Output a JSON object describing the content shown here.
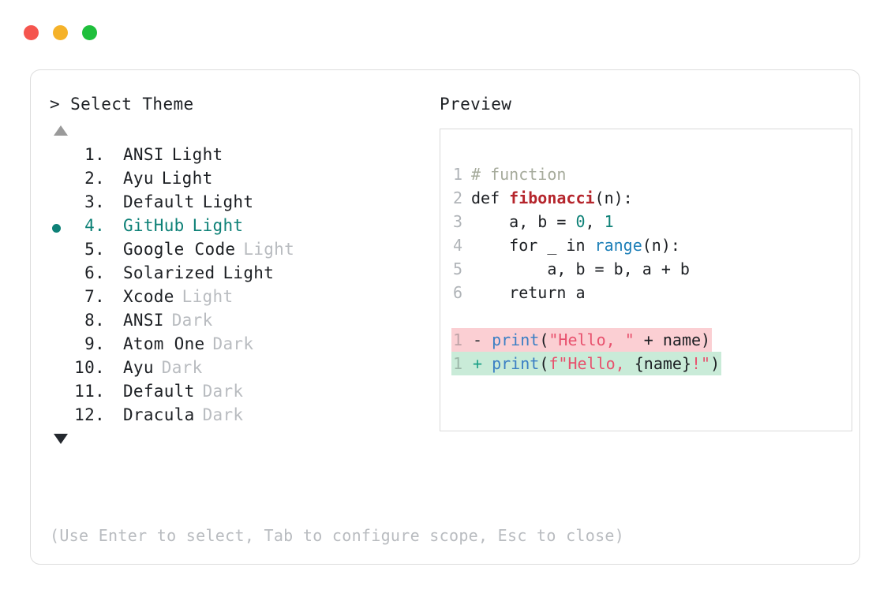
{
  "window": {
    "traffic_lights": [
      {
        "name": "close",
        "color": "#F5554E"
      },
      {
        "name": "minimize",
        "color": "#F5B229"
      },
      {
        "name": "maximize",
        "color": "#1FBF3C"
      }
    ]
  },
  "left_panel": {
    "heading": "> Select Theme",
    "scroll_up_icon": "triangle-up-icon",
    "scroll_down_icon": "triangle-down-icon",
    "selected_index": 4,
    "themes": [
      {
        "index": "1.",
        "name": "ANSI",
        "suffix": "Light",
        "suffix_muted": false,
        "selected": false
      },
      {
        "index": "2.",
        "name": "Ayu",
        "suffix": "Light",
        "suffix_muted": false,
        "selected": false
      },
      {
        "index": "3.",
        "name": "Default",
        "suffix": "Light",
        "suffix_muted": false,
        "selected": false
      },
      {
        "index": "4.",
        "name": "GitHub",
        "suffix": "Light",
        "suffix_muted": false,
        "selected": true
      },
      {
        "index": "5.",
        "name": "Google Code",
        "suffix": "Light",
        "suffix_muted": true,
        "selected": false
      },
      {
        "index": "6.",
        "name": "Solarized",
        "suffix": "Light",
        "suffix_muted": false,
        "selected": false
      },
      {
        "index": "7.",
        "name": "Xcode",
        "suffix": "Light",
        "suffix_muted": true,
        "selected": false
      },
      {
        "index": "8.",
        "name": "ANSI",
        "suffix": "Dark",
        "suffix_muted": true,
        "selected": false
      },
      {
        "index": "9.",
        "name": "Atom One",
        "suffix": "Dark",
        "suffix_muted": true,
        "selected": false
      },
      {
        "index": "10.",
        "name": "Ayu",
        "suffix": "Dark",
        "suffix_muted": true,
        "selected": false
      },
      {
        "index": "11.",
        "name": "Default",
        "suffix": "Dark",
        "suffix_muted": true,
        "selected": false
      },
      {
        "index": "12.",
        "name": "Dracula",
        "suffix": "Dark",
        "suffix_muted": true,
        "selected": false
      }
    ]
  },
  "right_panel": {
    "heading": "Preview",
    "code_lines": [
      {
        "num": "1",
        "tokens": [
          {
            "text": "# function",
            "type": "comment"
          }
        ]
      },
      {
        "num": "2",
        "tokens": [
          {
            "text": "def ",
            "type": "plain"
          },
          {
            "text": "fibonacci",
            "type": "func"
          },
          {
            "text": "(n):",
            "type": "plain"
          }
        ]
      },
      {
        "num": "3",
        "tokens": [
          {
            "text": "    a, b = ",
            "type": "plain"
          },
          {
            "text": "0",
            "type": "num"
          },
          {
            "text": ", ",
            "type": "plain"
          },
          {
            "text": "1",
            "type": "num"
          }
        ]
      },
      {
        "num": "4",
        "tokens": [
          {
            "text": "    for _ in ",
            "type": "plain"
          },
          {
            "text": "range",
            "type": "builtin"
          },
          {
            "text": "(n):",
            "type": "plain"
          }
        ]
      },
      {
        "num": "5",
        "tokens": [
          {
            "text": "        a, b = b, a + b",
            "type": "plain"
          }
        ]
      },
      {
        "num": "6",
        "tokens": [
          {
            "text": "    return a",
            "type": "plain"
          }
        ]
      }
    ],
    "diff_lines": [
      {
        "num": "1",
        "kind": "del",
        "marker": "-",
        "tokens": [
          {
            "text": "print",
            "type": "print"
          },
          {
            "text": "(",
            "type": "plain"
          },
          {
            "text": "\"Hello, \"",
            "type": "str"
          },
          {
            "text": " + name)",
            "type": "plain"
          }
        ]
      },
      {
        "num": "1",
        "kind": "add",
        "marker": "+",
        "tokens": [
          {
            "text": "print",
            "type": "print"
          },
          {
            "text": "(",
            "type": "plain"
          },
          {
            "text": "f\"Hello, ",
            "type": "str"
          },
          {
            "text": "{name}",
            "type": "brace"
          },
          {
            "text": "!\"",
            "type": "str"
          },
          {
            "text": ")",
            "type": "plain"
          }
        ]
      }
    ]
  },
  "footer": {
    "hint": "(Use Enter to select, Tab to configure scope, Esc to close)"
  },
  "colors": {
    "accent_teal": "#0e8177",
    "muted": "#b9bcc0",
    "text": "#1c1f23",
    "diff_del_bg": "#fbcfd3",
    "diff_add_bg": "#c9ebd8"
  }
}
